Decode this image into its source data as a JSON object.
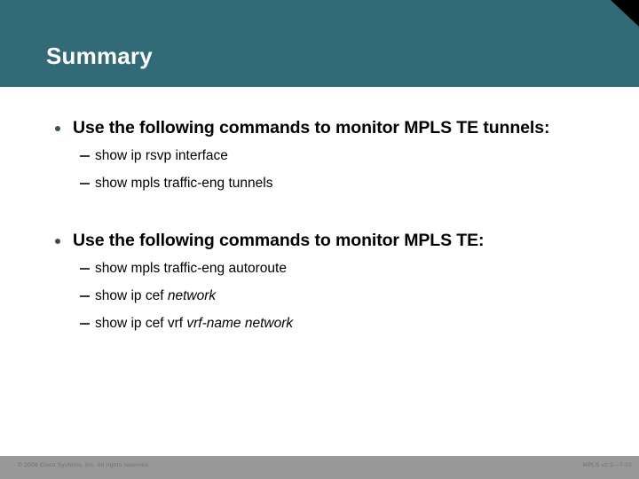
{
  "slide": {
    "title": "Summary",
    "theme": {
      "banner_color": "#336A77",
      "corner_wedge_color": "#000000",
      "title_color": "#FFFFFF",
      "body_text_color": "#000000",
      "bullet_marker_color": "#37505E",
      "footer_bar_color": "#989898",
      "footer_text_color": "#6F6F6F",
      "background_color": "#FFFFFF"
    },
    "content": {
      "groups": [
        {
          "heading": "Use the following commands to monitor MPLS TE tunnels:",
          "sub_items": [
            {
              "plain": "show ip rsvp interface",
              "italic": ""
            },
            {
              "plain": "show mpls traffic-eng tunnels",
              "italic": ""
            }
          ]
        },
        {
          "heading": "Use the following commands to monitor MPLS TE:",
          "sub_items": [
            {
              "plain": "show mpls traffic-eng autoroute",
              "italic": ""
            },
            {
              "plain": "show ip cef ",
              "italic": "network"
            },
            {
              "plain": "show ip cef vrf ",
              "italic": "vrf-name network"
            }
          ]
        }
      ]
    },
    "footer": {
      "copyright": "© 2006 Cisco Systems, Inc. All rights reserved.",
      "deck_reference": "MPLS v2.2—7-10"
    }
  }
}
